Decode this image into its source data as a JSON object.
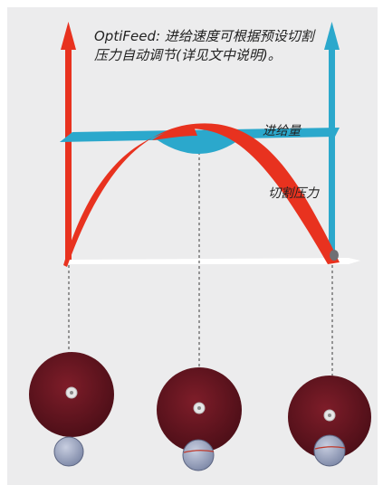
{
  "caption": "OptiFeed: 进给速度可根据预设切割压力自动调节(详见文中说明)。",
  "labels": {
    "feed": "进给量",
    "pressure": "切割压力"
  },
  "colors": {
    "red": "#e8321f",
    "cyan": "#2ba8cc",
    "wheel": "#6b1520",
    "roller": "#9aa3bf"
  },
  "icons": {
    "left_axis": "arrow-up-icon",
    "right_axis": "arrow-up-icon",
    "wheels": "cutting-wheel-icon",
    "rollers": "roller-icon"
  }
}
